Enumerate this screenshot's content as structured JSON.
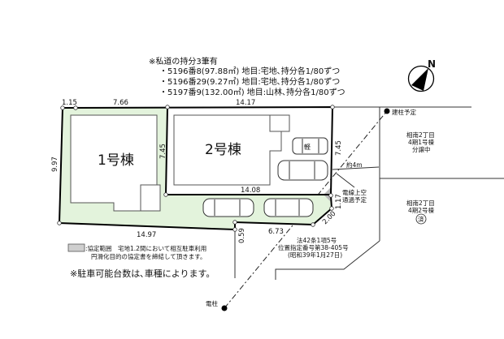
{
  "notes": {
    "title": "※私道の持分3筆有",
    "lines": [
      "・5196番8(97.88㎡) 地目:宅地､持分各1/80ずつ",
      "・5196番29(9.27㎡) 地目:宅地､持分各1/80ずつ",
      "・5197番9(132.00㎡) 地目:山林､持分各1/80ずつ"
    ]
  },
  "north_label": "N",
  "buildings": {
    "house1": "1号棟",
    "house2": "2号棟",
    "kei_car": "軽"
  },
  "dimensions": {
    "top_a": "1.15",
    "top_b": "7.66",
    "top_c": "14.17",
    "left": "9.97",
    "mid_vertical": "7.45",
    "right_vertical": "7.45",
    "inner_horizontal": "14.08",
    "bottom": "14.97",
    "bottom_step": "0.59",
    "bottom_right": "6.73",
    "corner": "2.00",
    "right_small": "1.17"
  },
  "labels": {
    "pole_planned": "建柱予定",
    "pole": "電柱",
    "road_width": "約4m",
    "wire_line1": "電線上空",
    "wire_line2": "通過予定",
    "lot_a_line1": "相南2丁目",
    "lot_a_line2": "4期1号棟",
    "lot_a_line3": "分譲中",
    "lot_b_line1": "相南2丁目",
    "lot_b_line2": "4期2号棟",
    "lot_b_badge": "済",
    "road_law1": "法42条1項5号",
    "road_law2": "位置指定番号第38-405号",
    "road_law3": "(昭和39年1月27日)"
  },
  "legend": {
    "line1": ":協定範囲　宅地1.2間において相互駐車利用",
    "line2": "円滑化目的の協定書を締結して頂きます。"
  },
  "parking_note": "※駐車可能台数は､車種によります。",
  "colors": {
    "shared_area": "#e3f3dc",
    "legend_box": "#cfcfcf"
  }
}
